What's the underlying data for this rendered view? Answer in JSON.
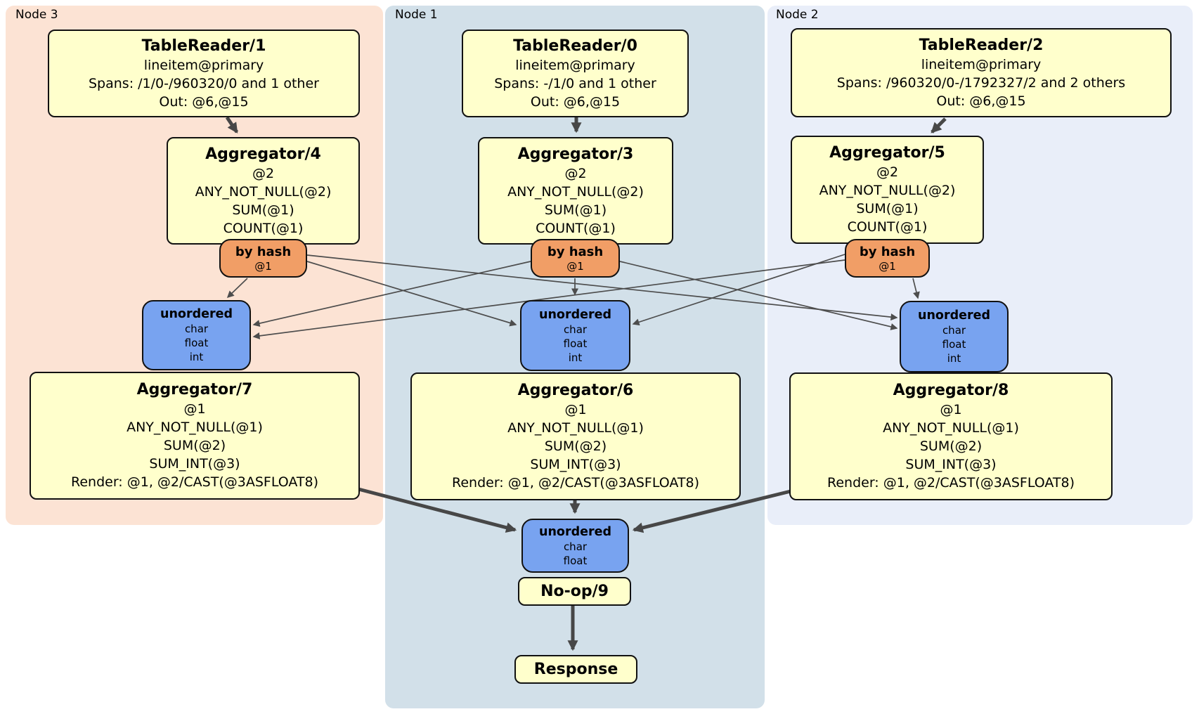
{
  "diagram_type": "distsql-query-plan",
  "colors": {
    "node3_panel": "#fce3d4",
    "node1_panel": "#d2e0e9",
    "node2_panel": "#e9eef9",
    "processor_box": "#ffffcc",
    "hash_router_box": "#f19e66",
    "sync_box": "#78a3f0",
    "edge": "#474747"
  },
  "nodes": {
    "node3": {
      "label": "Node 3",
      "table_reader": {
        "title": "TableReader/1",
        "lines": [
          "lineitem@primary",
          "Spans: /1/0-/960320/0 and 1 other",
          "Out: @6,@15"
        ]
      },
      "aggregator_top": {
        "title": "Aggregator/4",
        "lines": [
          "@2",
          "ANY_NOT_NULL(@2)",
          "SUM(@1)",
          "COUNT(@1)"
        ]
      },
      "hash_router": {
        "title": "by hash",
        "lines": [
          "@1"
        ]
      },
      "sync": {
        "title": "unordered",
        "lines": [
          "char",
          "float",
          "int"
        ]
      },
      "aggregator_bottom": {
        "title": "Aggregator/7",
        "lines": [
          "@1",
          "ANY_NOT_NULL(@1)",
          "SUM(@2)",
          "SUM_INT(@3)",
          "Render: @1, @2/CAST(@3ASFLOAT8)"
        ]
      }
    },
    "node1": {
      "label": "Node 1",
      "table_reader": {
        "title": "TableReader/0",
        "lines": [
          "lineitem@primary",
          "Spans: -/1/0 and 1 other",
          "Out: @6,@15"
        ]
      },
      "aggregator_top": {
        "title": "Aggregator/3",
        "lines": [
          "@2",
          "ANY_NOT_NULL(@2)",
          "SUM(@1)",
          "COUNT(@1)"
        ]
      },
      "hash_router": {
        "title": "by hash",
        "lines": [
          "@1"
        ]
      },
      "sync": {
        "title": "unordered",
        "lines": [
          "char",
          "float",
          "int"
        ]
      },
      "aggregator_bottom": {
        "title": "Aggregator/6",
        "lines": [
          "@1",
          "ANY_NOT_NULL(@1)",
          "SUM(@2)",
          "SUM_INT(@3)",
          "Render: @1, @2/CAST(@3ASFLOAT8)"
        ]
      },
      "final_sync": {
        "title": "unordered",
        "lines": [
          "char",
          "float"
        ]
      },
      "noop": {
        "title": "No-op/9"
      },
      "response": {
        "title": "Response"
      }
    },
    "node2": {
      "label": "Node 2",
      "table_reader": {
        "title": "TableReader/2",
        "lines": [
          "lineitem@primary",
          "Spans: /960320/0-/1792327/2 and 2 others",
          "Out: @6,@15"
        ]
      },
      "aggregator_top": {
        "title": "Aggregator/5",
        "lines": [
          "@2",
          "ANY_NOT_NULL(@2)",
          "SUM(@1)",
          "COUNT(@1)"
        ]
      },
      "hash_router": {
        "title": "by hash",
        "lines": [
          "@1"
        ]
      },
      "sync": {
        "title": "unordered",
        "lines": [
          "char",
          "float",
          "int"
        ]
      },
      "aggregator_bottom": {
        "title": "Aggregator/8",
        "lines": [
          "@1",
          "ANY_NOT_NULL(@1)",
          "SUM(@2)",
          "SUM_INT(@3)",
          "Render: @1, @2/CAST(@3ASFLOAT8)"
        ]
      }
    }
  }
}
